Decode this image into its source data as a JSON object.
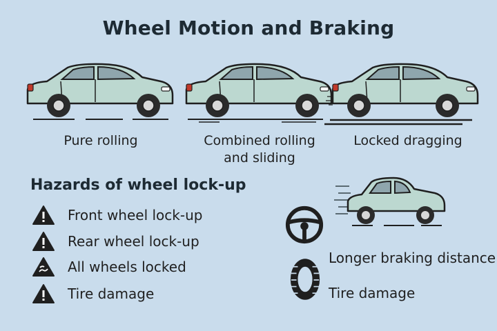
{
  "title": "Wheel Motion and Braking",
  "motion_states": [
    {
      "label": "Pure rolling"
    },
    {
      "label": "Combined rolling\nand sliding"
    },
    {
      "label": "Locked dragging"
    }
  ],
  "hazards": {
    "heading": "Hazards of wheel lock-up",
    "items": [
      {
        "label": "Front wheel lock-up",
        "icon": "warning-triangle-icon"
      },
      {
        "label": "Rear wheel lock-up",
        "icon": "warning-triangle-icon"
      },
      {
        "label": "All wheels locked",
        "icon": "skid-warning-icon"
      },
      {
        "label": "Tire damage",
        "icon": "warning-triangle-icon"
      }
    ]
  },
  "consequences": {
    "braking_label": "Longer braking distance",
    "tire_label": "Tire damage"
  },
  "colors": {
    "background": "#c9dcec",
    "car_body": "#bcd8d0",
    "outline": "#1f1f1f",
    "window": "#8fa6ad",
    "tail_light": "#c0392b"
  }
}
